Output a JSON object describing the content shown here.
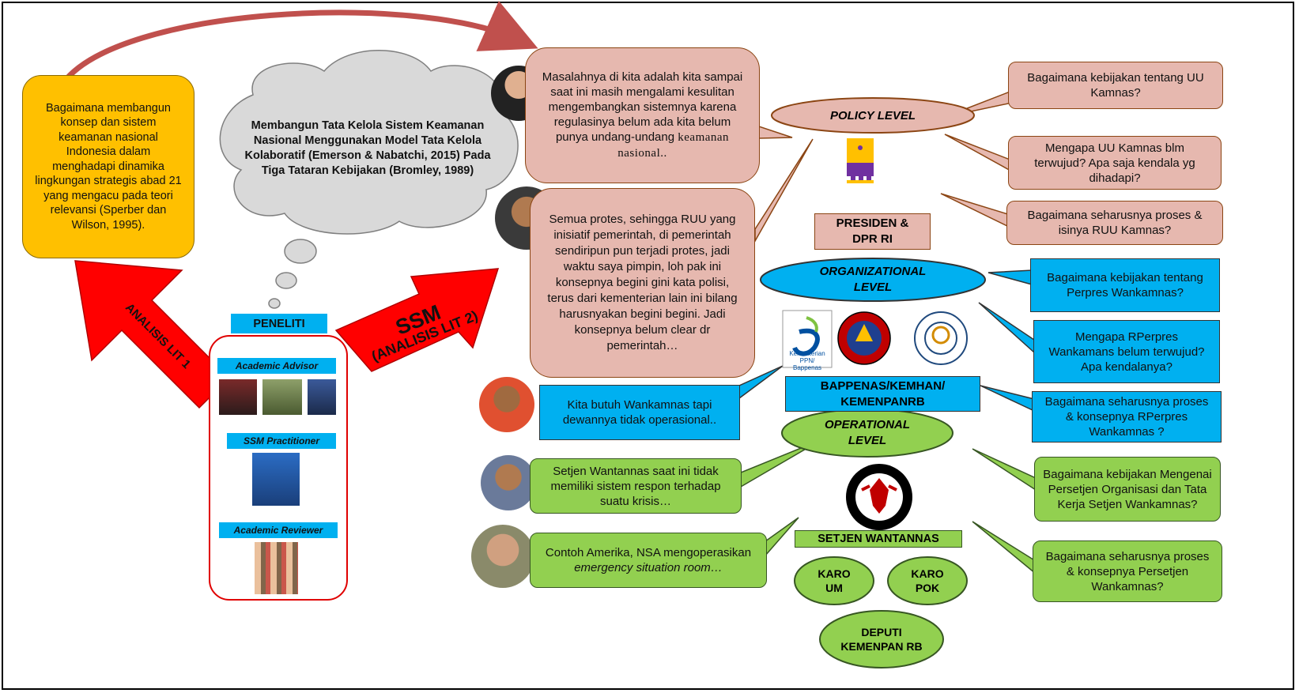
{
  "left_question": "Bagaimana membangun konsep dan sistem keamanan nasional Indonesia dalam menghadapi dinamika lingkungan strategis abad 21 yang mengacu pada teori relevansi (Sperber dan Wilson, 1995).",
  "cloud_text": "Membangun Tata Kelola Sistem Keamanan Nasional Menggunakan Model Tata Kelola Kolaboratif (Emerson & Nabatchi, 2015) Pada Tiga Tataran Kebijakan (Bromley, 1989)",
  "arrow_left_label": "ANALISIS LIT 1",
  "arrow_right_label_main": "SSM",
  "arrow_right_label_sub": "(ANALISIS LIT 2)",
  "peneliti": {
    "title": "PENELITI",
    "advisor": "Academic Advisor",
    "practitioner": "SSM Practitioner",
    "reviewer": "Academic Reviewer"
  },
  "quotes": {
    "q1": "Masalahnya di kita adalah kita sampai saat ini masih mengalami kesulitan mengembangkan sistemnya karena regulasinya belum ada kita belum punya undang-undang",
    "q1_serif": "keamanan nasional..",
    "q2": "Semua protes, sehingga RUU yang inisiatif pemerintah, di pemerintah sendiripun pun terjadi protes, jadi waktu saya pimpin, loh pak ini konsepnya begini gini kata polisi, terus dari kementerian lain ini bilang harusnyakan begini begini. Jadi konsepnya belum clear dr pemerintah…",
    "q3": "Kita butuh Wankamnas tapi dewannya tidak operasional..",
    "q4": "Setjen Wantannas saat ini tidak memiliki sistem respon terhadap suatu krisis…",
    "q5_a": "Contoh Amerika, NSA mengoperasikan",
    "q5_b": "emergency situation room…"
  },
  "levels": {
    "policy": "POLICY LEVEL",
    "organizational_1": "ORGANIZATIONAL",
    "organizational_2": "LEVEL",
    "operational_1": "OPERATIONAL",
    "operational_2": "LEVEL"
  },
  "actors": {
    "presiden_1": "PRESIDEN &",
    "presiden_2": "DPR RI",
    "bappenas_1": "BAPPENAS/KEMHAN/",
    "bappenas_2": "KEMENPANRB",
    "setjen": "SETJEN WANTANNAS",
    "karo_um": "KARO UM",
    "karo_pok": "KARO POK",
    "deputi": "DEPUTI KEMENPAN RB"
  },
  "logo_text": {
    "bappenas_1": "Kementerian PPN/",
    "bappenas_2": "Bappenas"
  },
  "right_questions": {
    "r1": "Bagaimana kebijakan tentang UU Kamnas?",
    "r2": "Mengapa UU Kamnas blm terwujud? Apa saja kendala yg dihadapi?",
    "r3": "Bagaimana seharusnya proses & isinya RUU Kamnas?",
    "r4": "Bagaimana kebijakan tentang Perpres Wankamnas?",
    "r5": "Mengapa RPerpres Wankamans belum terwujud? Apa kendalanya?",
    "r6": "Bagaimana seharusnya proses & konsepnya RPerpres Wankamnas ?",
    "r7": "Bagaimana kebijakan Mengenai Persetjen Organisasi dan Tata Kerja Setjen Wankamnas?",
    "r8": "Bagaimana seharusnya proses & konsepnya Persetjen Wankamnas?"
  },
  "colors": {
    "pink": "#e6b8af",
    "yellow": "#ffc000",
    "blue": "#00b0f0",
    "green": "#92d050",
    "red_arrow": "#ff0000",
    "cloud": "#d9d9d9"
  }
}
